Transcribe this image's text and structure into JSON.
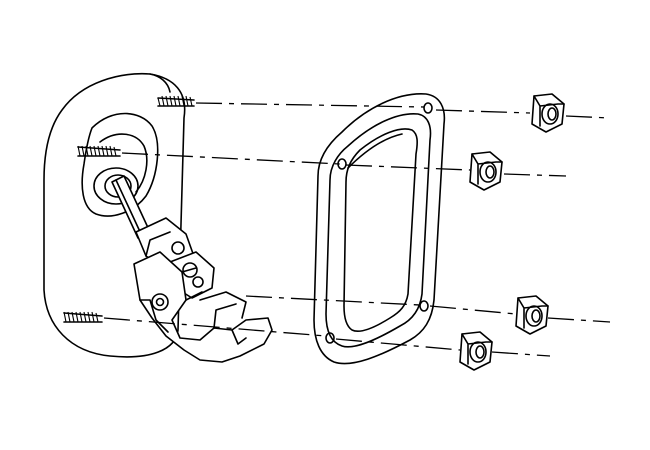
{
  "diagram": {
    "parts": [
      {
        "id": "bulkhead-plate",
        "icon": "mounting-plate-icon"
      },
      {
        "id": "steering-shaft",
        "icon": "shaft-icon"
      },
      {
        "id": "universal-joint",
        "icon": "u-joint-icon"
      },
      {
        "id": "seal-gasket",
        "icon": "gasket-icon"
      },
      {
        "id": "stud-top",
        "icon": "stud-icon"
      },
      {
        "id": "stud-upper-left",
        "icon": "stud-icon"
      },
      {
        "id": "stud-bottom",
        "icon": "stud-icon"
      },
      {
        "id": "nut-top-right",
        "icon": "hex-nut-icon"
      },
      {
        "id": "nut-upper",
        "icon": "hex-nut-icon"
      },
      {
        "id": "nut-lower-right",
        "icon": "hex-nut-icon"
      },
      {
        "id": "nut-bottom",
        "icon": "hex-nut-icon"
      }
    ],
    "line_color": "#000000",
    "background": "#ffffff"
  }
}
